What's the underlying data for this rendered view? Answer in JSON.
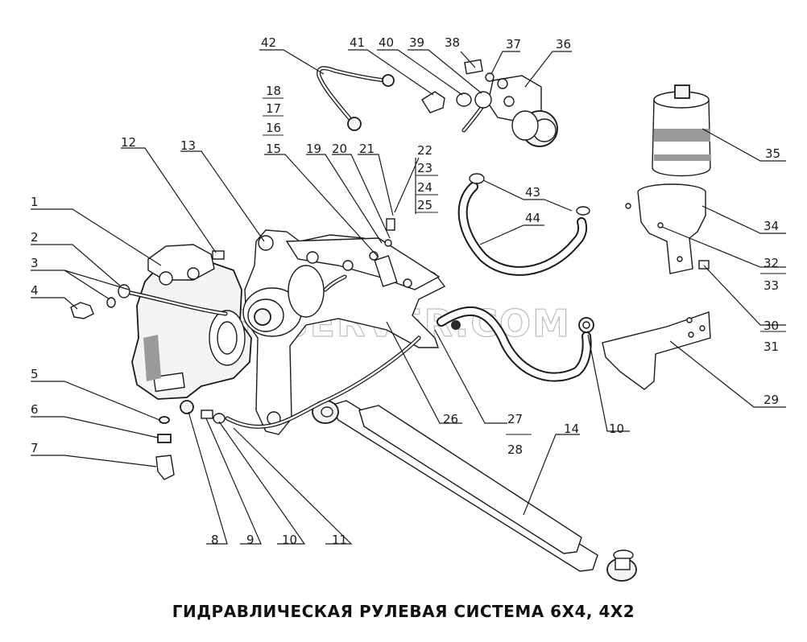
{
  "caption": "ГИДРАВЛИЧЕСКАЯ РУЛЕВАЯ СИСТЕМА 6Х4, 4Х2",
  "watermark": "SPBCSERVER.COM",
  "callouts": {
    "n1": "1",
    "n2": "2",
    "n3": "3",
    "n4": "4",
    "n5": "5",
    "n6": "6",
    "n7": "7",
    "n8": "8",
    "n9": "9",
    "n10a": "10",
    "n10b": "10",
    "n11": "11",
    "n12": "12",
    "n13": "13",
    "n14": "14",
    "n15": "15",
    "n16": "16",
    "n17": "17",
    "n18": "18",
    "n19": "19",
    "n20": "20",
    "n21": "21",
    "n22": "22",
    "n23": "23",
    "n24": "24",
    "n25": "25",
    "n26": "26",
    "n27": "27",
    "n28": "28",
    "n29": "29",
    "n30": "30",
    "n31": "31",
    "n32": "32",
    "n33": "33",
    "n34": "34",
    "n35": "35",
    "n36": "36",
    "n37": "37",
    "n38": "38",
    "n39": "39",
    "n40": "40",
    "n41": "41",
    "n42": "42",
    "n43": "43",
    "n44": "44"
  }
}
